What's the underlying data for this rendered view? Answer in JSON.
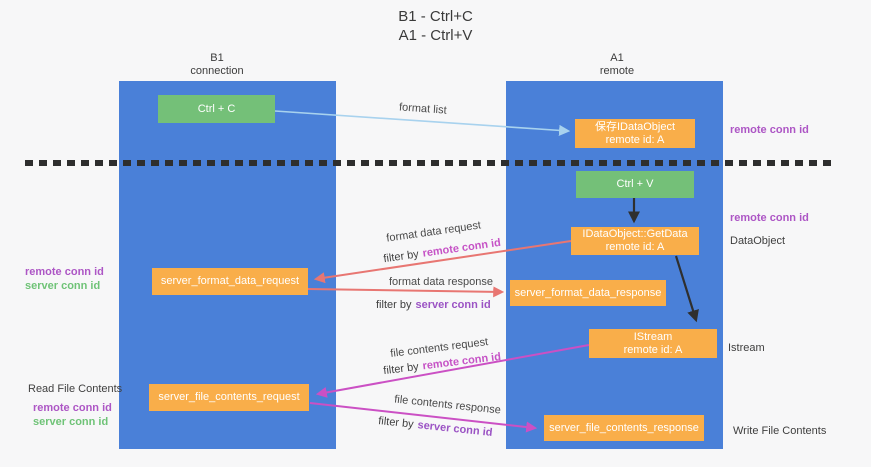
{
  "title": {
    "line1": "B1 - Ctrl+C",
    "line2": "A1 - Ctrl+V"
  },
  "lanes": {
    "b1": {
      "name": "B1",
      "subtitle": "connection"
    },
    "a1": {
      "name": "A1",
      "subtitle": "remote"
    }
  },
  "nodes": {
    "ctrl_c": {
      "label": "Ctrl + C"
    },
    "ctrl_v": {
      "label": "Ctrl + V"
    },
    "save_idataobject": {
      "line1": "保存IDataObject",
      "line2": "remote id: A"
    },
    "getdata": {
      "line1": "IDataObject::GetData",
      "line2": "remote id: A"
    },
    "istream": {
      "line1": "IStream",
      "line2": "remote id: A"
    },
    "server_format_data_request": {
      "label": "server_format_data_request"
    },
    "server_format_data_response": {
      "label": "server_format_data_response"
    },
    "server_file_contents_request": {
      "label": "server_file_contents_request"
    },
    "server_file_contents_response": {
      "label": "server_file_contents_response"
    }
  },
  "edge_labels": {
    "format_list": "format list",
    "format_data_request": "format data request",
    "format_data_request_filter": {
      "prefix": "filter by",
      "target": "remote conn id"
    },
    "format_data_response": "format data response",
    "format_data_response_filter": {
      "prefix": "filter by",
      "target": "server conn id"
    },
    "file_contents_request": "file contents request",
    "file_contents_request_filter": {
      "prefix": "filter by",
      "target": "remote conn id"
    },
    "file_contents_response": "file contents response",
    "file_contents_response_filter": {
      "prefix": "filter by",
      "target": "server conn id"
    }
  },
  "annotations": {
    "left_format_remote": "remote conn id",
    "left_format_server": "server conn id",
    "read_file_contents": "Read File Contents",
    "left_file_remote": "remote conn id",
    "left_file_server": "server conn id",
    "right_top_remote": "remote conn id",
    "right_mid_remote": "remote conn id",
    "dataobject": "DataObject",
    "istream": "Istream",
    "write_file_contents": "Write File Contents"
  },
  "colors": {
    "lane_blue": "#4a80d8",
    "box_orange": "#f9ae4a",
    "box_green": "#74c078",
    "purple_text": "#ad56c5",
    "green_text": "#6fc377",
    "salmon_arrow": "#e87672",
    "magenta_arrow": "#cb50c4",
    "light_blue_arrow": "#a8d2ee",
    "black_arrow": "#2f2f2f"
  }
}
